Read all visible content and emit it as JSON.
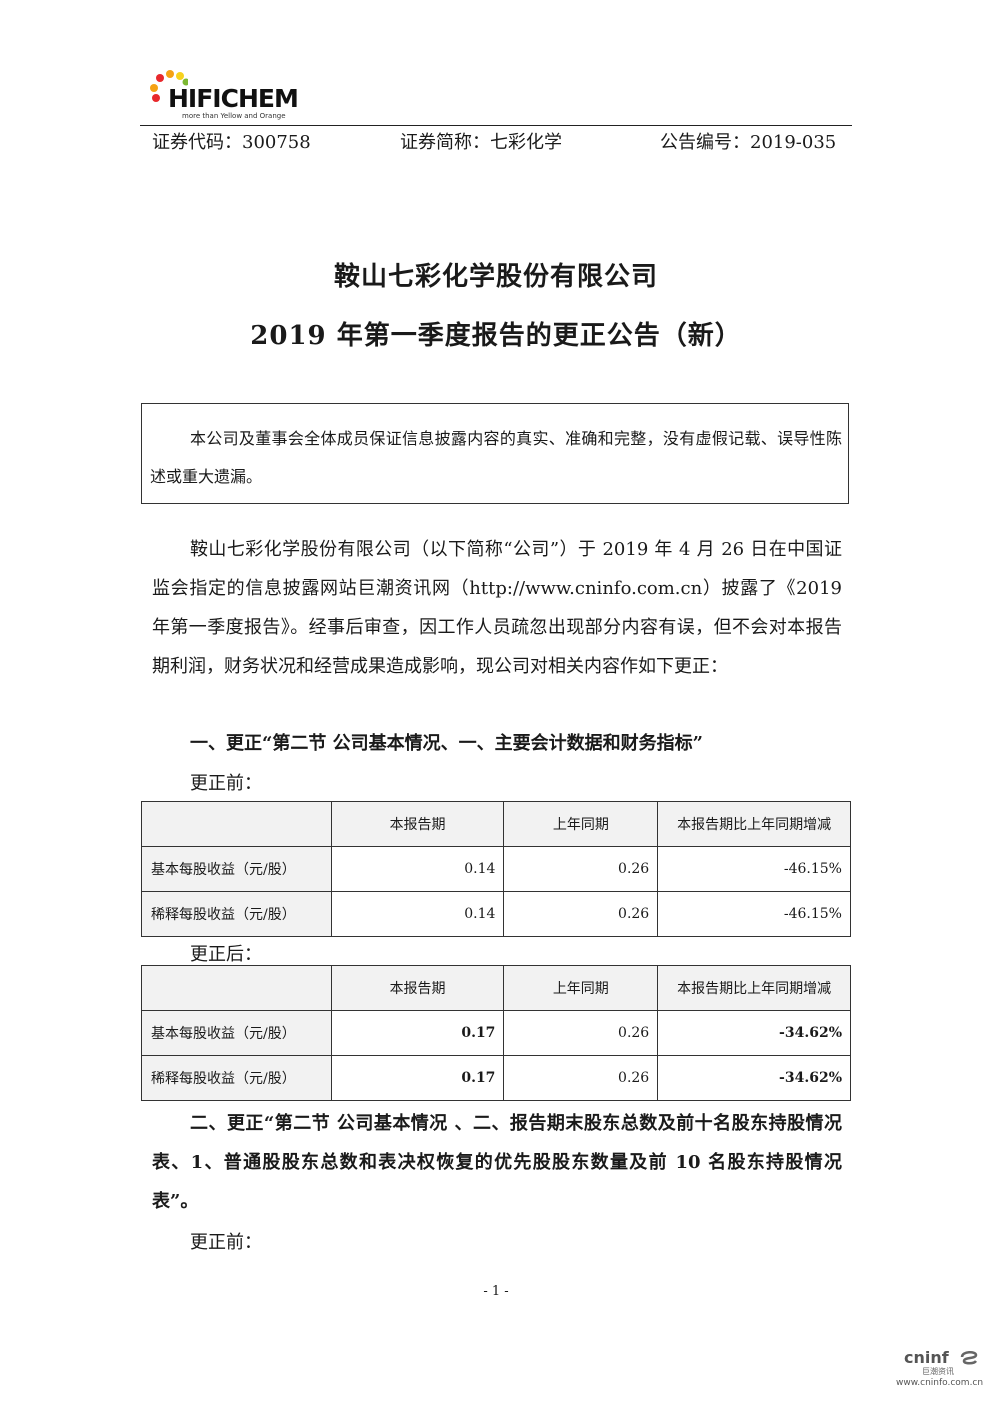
{
  "logo": {
    "wordmark": "HIFICHEM",
    "tagline": "more than Yellow and Orange",
    "colors": [
      "#e8282c",
      "#f5a214",
      "#f7d21e",
      "#7cb832",
      "#2b8a3e"
    ]
  },
  "header": {
    "stock_code": "证券代码：300758",
    "stock_abbr": "证券简称：七彩化学",
    "notice_no": "公告编号：2019-035"
  },
  "title": {
    "line1": "鞍山七彩化学股份有限公司",
    "line2": "2019 年第一季度报告的更正公告（新）"
  },
  "notice": "本公司及董事会全体成员保证信息披露内容的真实、准确和完整，没有虚假记载、误导性陈述或重大遗漏。",
  "body": "鞍山七彩化学股份有限公司（以下简称“公司”）于 2019 年 4 月 26 日在中国证监会指定的信息披露网站巨潮资讯网（http://www.cninfo.com.cn）披露了《2019 年第一季度报告》。经事后审查，因工作人员疏忽出现部分内容有误，但不会对本报告期利润，财务状况和经营成果造成影响，现公司对相关内容作如下更正：",
  "section1": {
    "heading": "一、更正“第二节  公司基本情况、一、主要会计数据和财务指标”",
    "before_label": "更正前：",
    "after_label": "更正后：",
    "columns": [
      "",
      "本报告期",
      "上年同期",
      "本报告期比上年同期增减"
    ],
    "before_rows": [
      [
        "基本每股收益（元/股）",
        "0.14",
        "0.26",
        "-46.15%"
      ],
      [
        "稀释每股收益（元/股）",
        "0.14",
        "0.26",
        "-46.15%"
      ]
    ],
    "after_rows": [
      [
        "基本每股收益（元/股）",
        "0.17",
        "0.26",
        "-34.62%"
      ],
      [
        "稀释每股收益（元/股）",
        "0.17",
        "0.26",
        "-34.62%"
      ]
    ]
  },
  "section2": {
    "heading": "二、更正“第二节  公司基本情况 、二、报告期末股东总数及前十名股东持股情况表、1、普通股股东总数和表决权恢复的优先股股东数量及前 10 名股东持股情况表”。",
    "before_label": "更正前："
  },
  "footer": {
    "page": "- 1 -",
    "cninfo_brand": "cninf",
    "cninfo_sub": "巨潮资讯",
    "cninfo_url": "www.cninfo.com.cn"
  }
}
